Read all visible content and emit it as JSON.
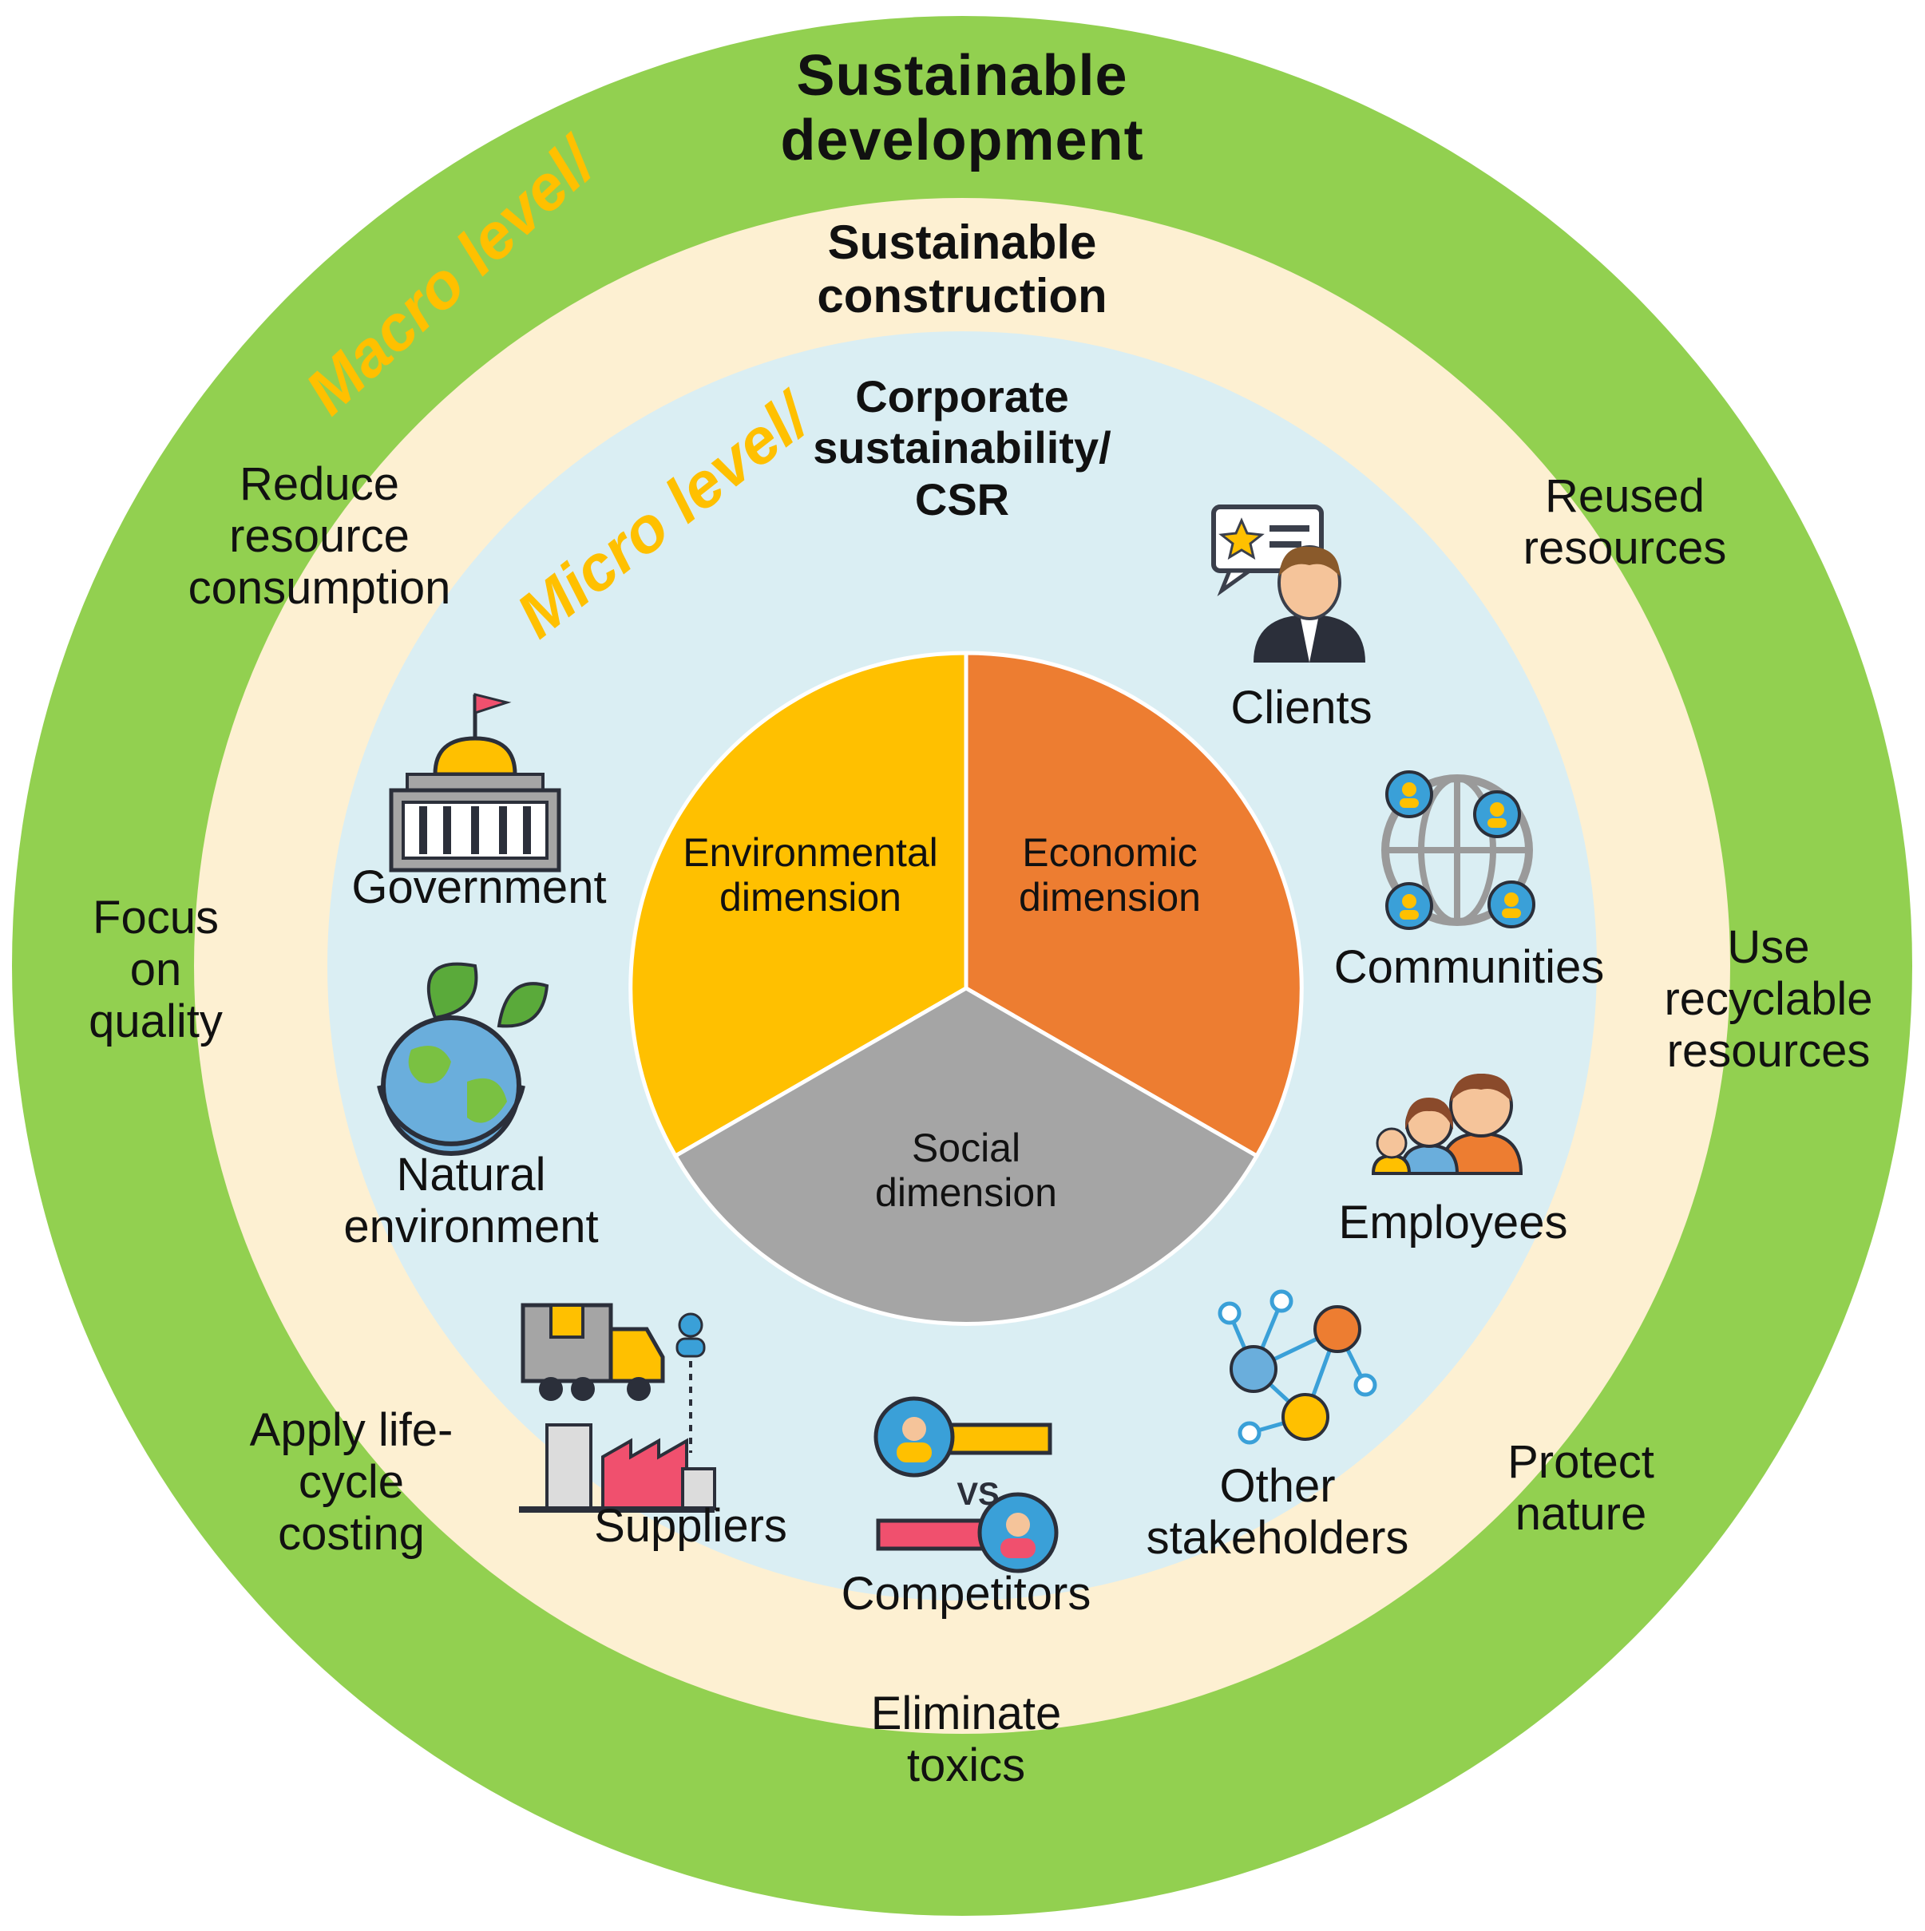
{
  "colors": {
    "outer_ring": "#92d050",
    "middle_ring": "#fdf0d2",
    "inner_ring": "#daeef3",
    "environmental": "#ffc000",
    "economic": "#ed7d31",
    "social": "#a5a5a5",
    "level_text": "#ffc000"
  },
  "headings": {
    "sustainable_development": "Sustainable\ndevelopment",
    "sustainable_construction": "Sustainable\nconstruction",
    "corporate": "Corporate\nsustainability/\nCSR"
  },
  "levels": {
    "macro": "Macro level/",
    "micro": "Micro level/"
  },
  "principles": {
    "reduce": "Reduce\nresource\nconsumption",
    "focus": "Focus\non\nquality",
    "lifecycle": "Apply life-\ncycle\ncosting",
    "toxics": "Eliminate\ntoxics",
    "protect": "Protect\nnature",
    "recyclable": "Use\nrecyclable\nresources",
    "reused": "Reused\nresources"
  },
  "stakeholders": {
    "government": {
      "label": "Government",
      "icon": "government-building-icon"
    },
    "natural": {
      "label": "Natural\nenvironment",
      "icon": "globe-leaves-icon"
    },
    "suppliers": {
      "label": "Suppliers",
      "icon": "truck-factory-icon"
    },
    "competitors": {
      "label": "Competitors",
      "icon": "versus-people-icon"
    },
    "other": {
      "label": "Other\nstakeholders",
      "icon": "network-people-icon"
    },
    "employees": {
      "label": "Employees",
      "icon": "family-icon"
    },
    "communities": {
      "label": "Communities",
      "icon": "globe-people-icon"
    },
    "clients": {
      "label": "Clients",
      "icon": "client-review-icon"
    }
  },
  "dimensions": {
    "environmental": "Environmental\ndimension",
    "economic": "Economic\ndimension",
    "social": "Social\ndimension"
  }
}
